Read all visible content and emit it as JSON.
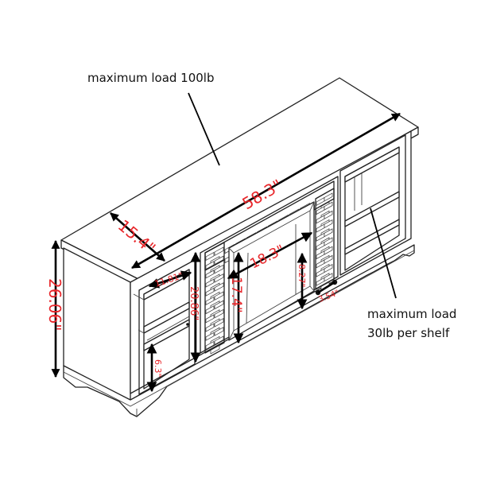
{
  "annotations": {
    "max_load_top": "maximum load 100lb",
    "max_load_shelf_line1": "maximum load",
    "max_load_shelf_line2": "30lb per shelf"
  },
  "dimensions": {
    "width": "58.3\"",
    "depth": "15.4\"",
    "height": "26.06\"",
    "firebox_width": "18.3\"",
    "firebox_height": "17.4\"",
    "side_inner_height": "20.86\"",
    "shelf_depth": "11.81\"",
    "bottom_opening": "6.3\"",
    "firebox_rear_height": "8.27\"",
    "firebox_depth": "3.54\""
  },
  "colors": {
    "dimension_text": "#e8262a",
    "outline": "#222222",
    "arrow": "#000000"
  }
}
